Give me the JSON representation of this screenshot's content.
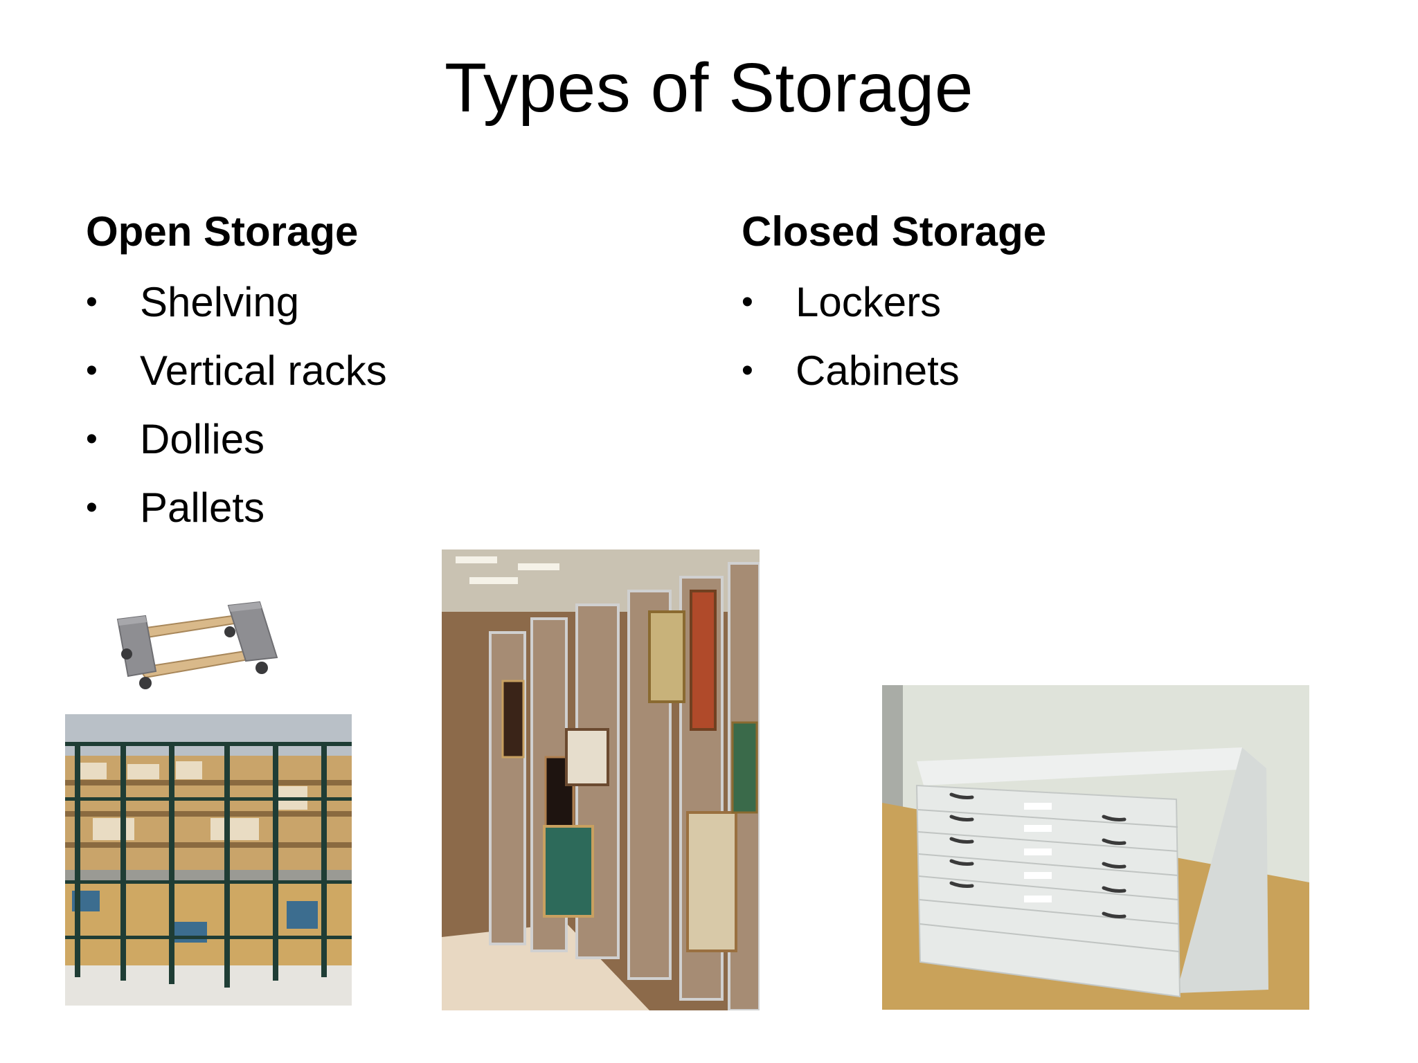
{
  "slide": {
    "title": "Types of Storage",
    "open_storage": {
      "heading": "Open Storage",
      "items": [
        "Shelving",
        "Vertical racks",
        "Dollies",
        "Pallets"
      ]
    },
    "closed_storage": {
      "heading": "Closed Storage",
      "items": [
        "Lockers",
        "Cabinets"
      ]
    },
    "bullet_symbol": "•"
  }
}
